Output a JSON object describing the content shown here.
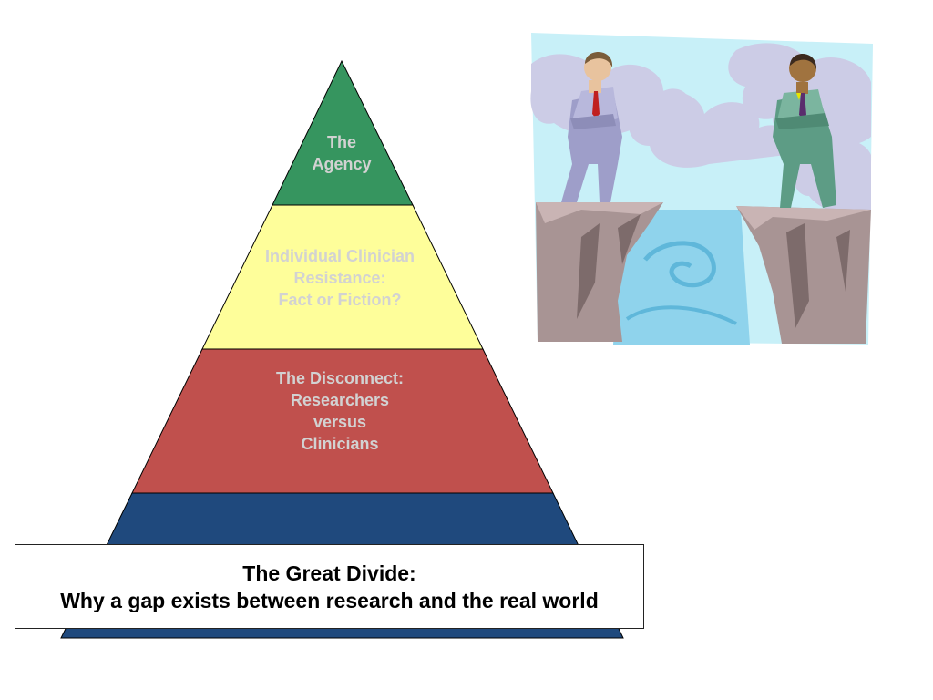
{
  "pyramid": {
    "levels": [
      {
        "id": "agency",
        "lines": [
          "The",
          "Agency"
        ],
        "color": "#36955f"
      },
      {
        "id": "resistance",
        "lines": [
          "Individual Clinician",
          "Resistance:",
          "Fact or Fiction?"
        ],
        "color": "#fefe9a"
      },
      {
        "id": "disconnect",
        "lines": [
          "The Disconnect:",
          "Researchers",
          "versus",
          "Clinicians"
        ],
        "color": "#c0504d"
      },
      {
        "id": "divide",
        "lines": [],
        "color": "#1f497d"
      }
    ],
    "label_color": "#d2d2d2"
  },
  "title_box": {
    "line1": "The Great Divide:",
    "line2": "Why a gap exists between research and the real world"
  },
  "clipart": {
    "description_icon": "two-businessmen-on-cliffs-icon",
    "sky_color": "#c8f0f8",
    "cloud_color": "#cccce6",
    "water_color": "#8fd3ec",
    "rock_color": "#a89494"
  }
}
